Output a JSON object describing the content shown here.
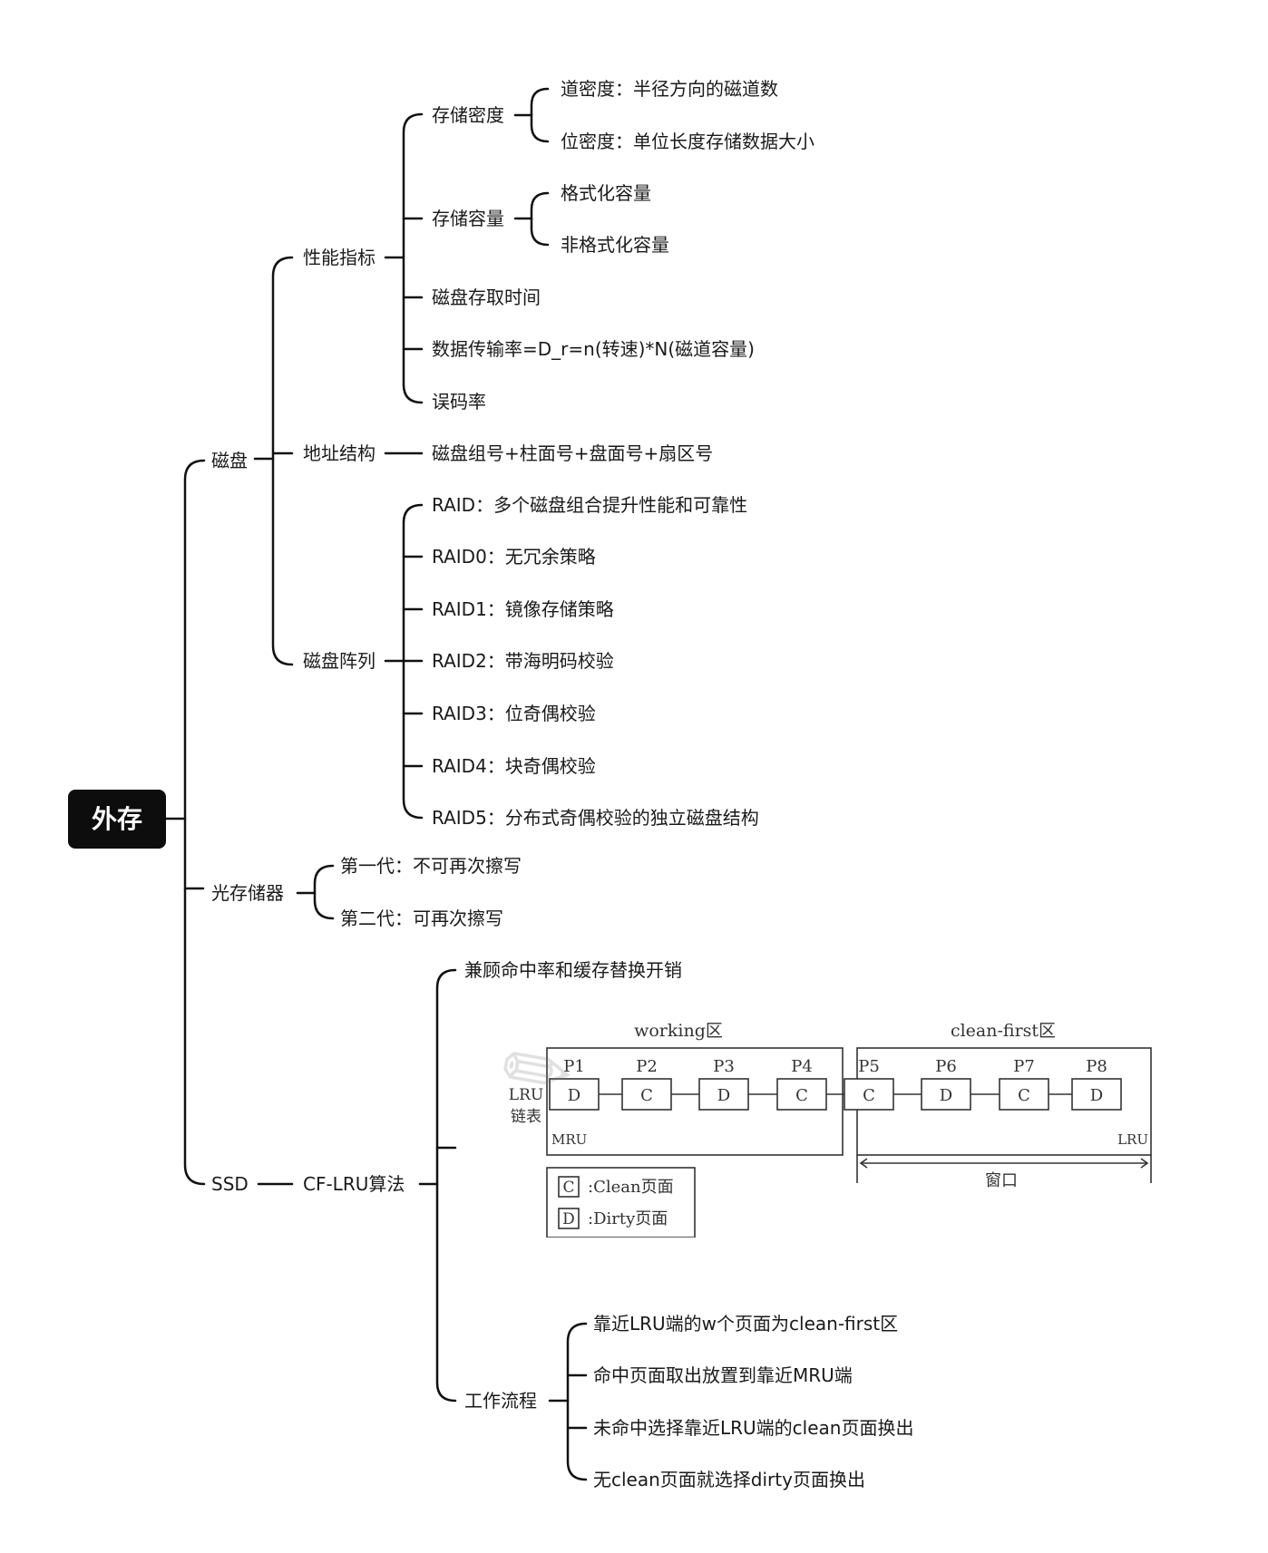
{
  "root": "外存",
  "disk": {
    "label": "磁盘",
    "perf": {
      "label": "性能指标",
      "density": {
        "label": "存储密度",
        "track": "道密度：半径方向的磁道数",
        "bit": "位密度：单位长度存储数据大小"
      },
      "capacity": {
        "label": "存储容量",
        "formatted": "格式化容量",
        "unformatted": "非格式化容量"
      },
      "access_time": "磁盘存取时间",
      "transfer_rate": "数据传输率=D_r=n(转速)*N(磁道容量)",
      "error_rate": "误码率"
    },
    "address": {
      "label": "地址结构",
      "value": "磁盘组号+柱面号+盘面号+扇区号"
    },
    "raid": {
      "label": "磁盘阵列",
      "items": [
        "RAID：多个磁盘组合提升性能和可靠性",
        "RAID0：无冗余策略",
        "RAID1：镜像存储策略",
        "RAID2：带海明码校验",
        "RAID3：位奇偶校验",
        "RAID4：块奇偶校验",
        "RAID5：分布式奇偶校验的独立磁盘结构"
      ]
    }
  },
  "optical": {
    "label": "光存储器",
    "gen1": "第一代：不可再次擦写",
    "gen2": "第二代：可再次擦写"
  },
  "ssd": {
    "label": "SSD",
    "cflru": {
      "label": "CF-LRU算法",
      "balance": "兼顾命中率和缓存替换开销",
      "workflow": {
        "label": "工作流程",
        "steps": [
          "靠近LRU端的w个页面为clean-first区",
          "命中页面取出放置到靠近MRU端",
          "未命中选择靠近LRU端的clean页面换出",
          "无clean页面就选择dirty页面换出"
        ]
      }
    }
  },
  "figure": {
    "working_label": "working区",
    "clean_first_label": "clean-first区",
    "lru_list_label_1": "LRU",
    "lru_list_label_2": "链表",
    "mru": "MRU",
    "lru": "LRU",
    "window": "窗口",
    "pages": [
      {
        "name": "P1",
        "state": "D"
      },
      {
        "name": "P2",
        "state": "C"
      },
      {
        "name": "P3",
        "state": "D"
      },
      {
        "name": "P4",
        "state": "C"
      },
      {
        "name": "P5",
        "state": "C"
      },
      {
        "name": "P6",
        "state": "D"
      },
      {
        "name": "P7",
        "state": "C"
      },
      {
        "name": "P8",
        "state": "D"
      }
    ],
    "legend": [
      {
        "key": "C",
        "text": ":Clean页面"
      },
      {
        "key": "D",
        "text": ":Dirty页面"
      }
    ]
  }
}
